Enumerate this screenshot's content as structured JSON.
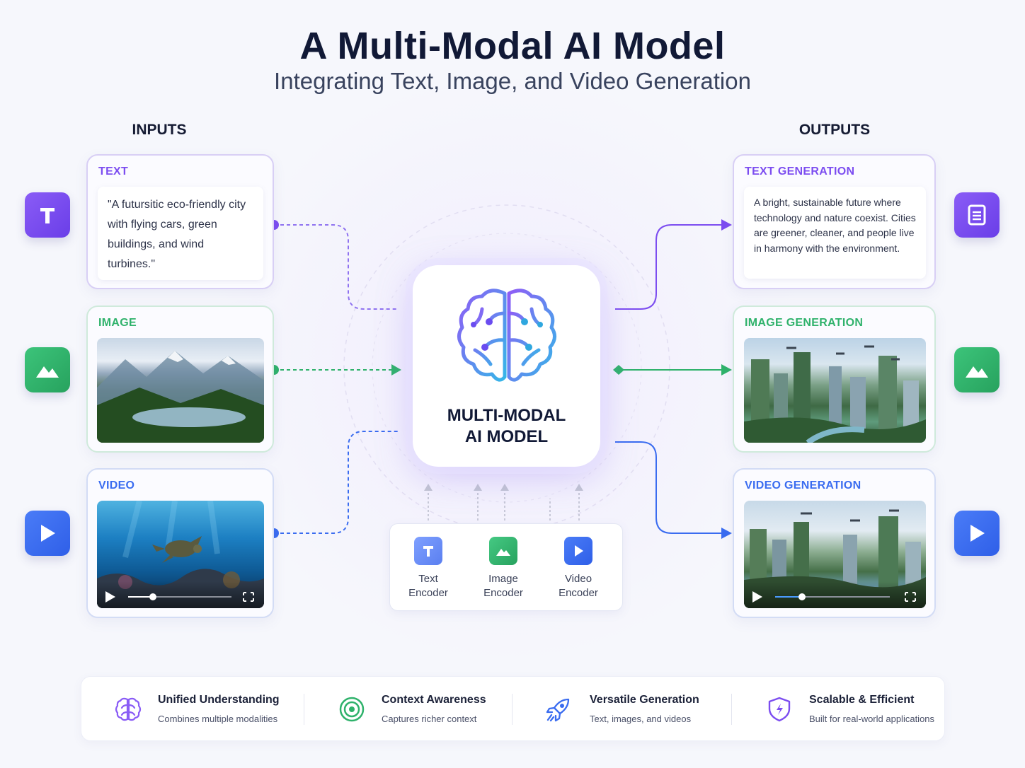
{
  "header": {
    "title": "A Multi-Modal AI Model",
    "subtitle": "Integrating Text, Image, and Video Generation"
  },
  "inputs": {
    "heading": "INPUTS",
    "text": {
      "label": "TEXT",
      "content": "\"A futursitic eco-friendly city with flying cars, green buildings, and wind turbines.\""
    },
    "image": {
      "label": "IMAGE"
    },
    "video": {
      "label": "VIDEO"
    }
  },
  "outputs": {
    "heading": "OUTPUTS",
    "text": {
      "label": "TEXT GENERATION",
      "content": "A bright, sustainable future where technology and nature coexist. Cities are greener, cleaner, and people live in harmony with the environment."
    },
    "image": {
      "label": "IMAGE GENERATION"
    },
    "video": {
      "label": "VIDEO GENERATION"
    }
  },
  "model": {
    "line1": "MULTI-MODAL",
    "line2": "AI MODEL"
  },
  "encoders": [
    {
      "line1": "Text",
      "line2": "Encoder",
      "icon": "text-icon"
    },
    {
      "line1": "Image",
      "line2": "Encoder",
      "icon": "image-icon"
    },
    {
      "line1": "Video",
      "line2": "Encoder",
      "icon": "play-icon"
    }
  ],
  "features": [
    {
      "title": "Unified Understanding",
      "desc": "Combines multiple modalities",
      "icon": "brain-icon"
    },
    {
      "title": "Context Awareness",
      "desc": "Captures richer context",
      "icon": "target-icon"
    },
    {
      "title": "Versatile Generation",
      "desc": "Text, images, and videos",
      "icon": "rocket-icon"
    },
    {
      "title": "Scalable & Efficient",
      "desc": "Built for real-world applications",
      "icon": "shield-icon"
    }
  ],
  "colors": {
    "text": "#7c4df0",
    "image": "#2fb26b",
    "video": "#3a6cf0",
    "title": "#111936"
  }
}
